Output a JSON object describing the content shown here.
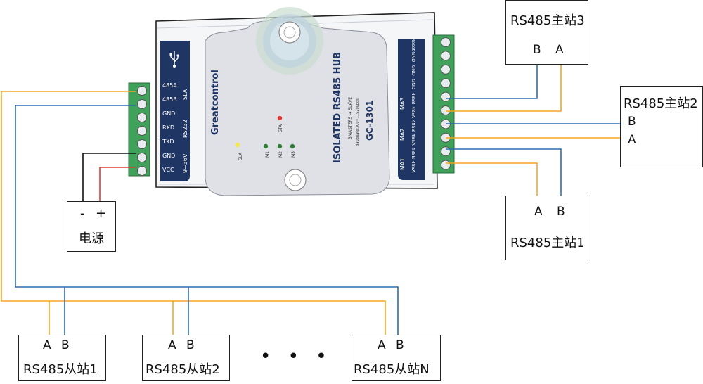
{
  "device": {
    "brand": "Greatcontrol",
    "title": "ISOLATED RS485 HUB",
    "subtitle": "3MASTERS → SLAVE",
    "baud": "BaudRate:300~115200bps",
    "model": "GC-1301",
    "leds": {
      "sla": "SLA",
      "m1": "M1",
      "m2": "M2",
      "m3": "M3",
      "sta": "STA"
    },
    "left_pins": [
      "485A",
      "485B",
      "GND",
      "RXD",
      "TXD",
      "GND",
      "VCC"
    ],
    "left_groups": {
      "sla": "SLA",
      "rs232": "RS232",
      "power": "9~36V"
    },
    "right_pins": [
      "Reset",
      "GND",
      "GND",
      "GND",
      "485B",
      "485A",
      "485B",
      "485A",
      "485B",
      "485A"
    ],
    "right_groups": {
      "ma3": "MA3",
      "ma2": "MA2",
      "ma1": "MA1"
    }
  },
  "power_supply": {
    "minus": "-",
    "plus": "+",
    "label": "电源"
  },
  "masters": [
    {
      "name": "RS485主站3",
      "b": "B",
      "a": "A"
    },
    {
      "name": "RS485主站2",
      "b": "B",
      "a": "A"
    },
    {
      "name": "RS485主站1",
      "a": "A",
      "b": "B"
    }
  ],
  "slaves": [
    {
      "name": "RS485从站1",
      "a": "A",
      "b": "B"
    },
    {
      "name": "RS485从站2",
      "a": "A",
      "b": "B"
    },
    {
      "name": "RS485从站N",
      "a": "A",
      "b": "B"
    }
  ],
  "ellipsis": "• • •",
  "colors": {
    "wire_a": "#F5A623",
    "wire_b": "#2B6CB0",
    "wire_power_neg": "#111111",
    "wire_power_pos": "#E53935",
    "terminal_green": "#3FA15A",
    "panel_navy": "#1F3563",
    "led_yellow": "#F2E94E",
    "led_green": "#2E7D32",
    "led_red": "#E53935"
  }
}
